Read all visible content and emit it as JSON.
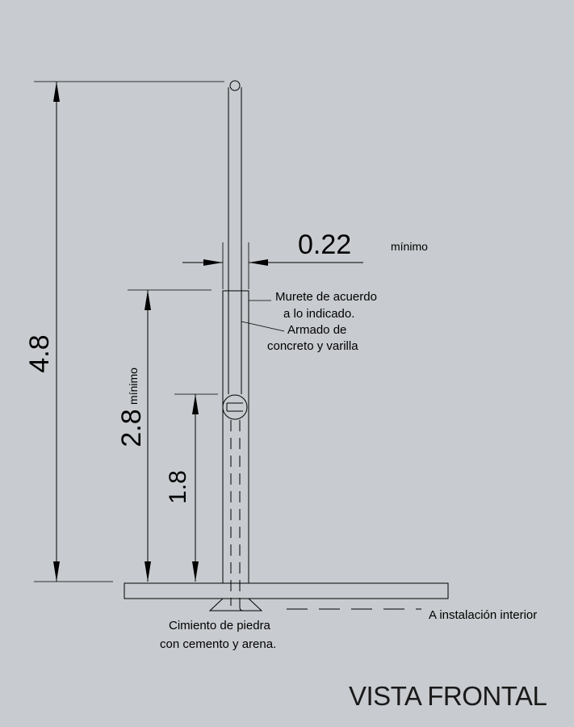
{
  "dimensions": {
    "total_height": "4.8",
    "wall_height": "2.8",
    "wall_height_note": "mínimo",
    "inlet_height": "1.8",
    "wall_thickness": "0.22",
    "wall_thickness_note": "mínimo"
  },
  "notes": {
    "wall_line1": "Murete de acuerdo",
    "wall_line2": "a lo indicado.",
    "reinforcement_line1": "Armado de",
    "reinforcement_line2": "concreto y varilla",
    "foundation_line1": "Cimiento de piedra",
    "foundation_line2": "con cemento y arena.",
    "interior": "A instalación interior"
  },
  "title": "VISTA FRONTAL"
}
